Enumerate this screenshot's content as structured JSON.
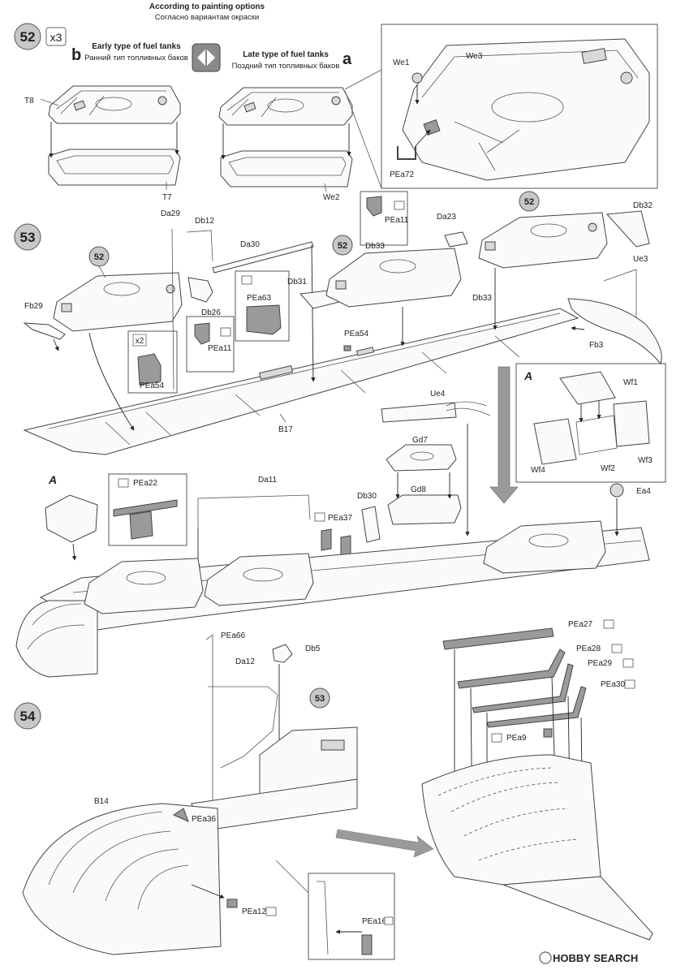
{
  "header": {
    "title_en": "According to painting options",
    "title_ru": "Согласно вариантам окраски"
  },
  "step52": {
    "number": "52",
    "multiplier": "x3",
    "option_b": {
      "letter": "b",
      "title_en": "Early type of fuel tanks",
      "title_ru": "Ранний тип топливных баков"
    },
    "option_a": {
      "letter": "a",
      "title_en": "Late type of fuel tanks",
      "title_ru": "Поздний тип топливных баков"
    },
    "labels": {
      "t8": "T8",
      "t7": "T7",
      "we2": "We2",
      "we1": "We1",
      "we3": "We3",
      "pea72": "PEa72"
    }
  },
  "step53": {
    "number": "53",
    "ref_52": "52",
    "detail_letter": "A",
    "x2": "x2",
    "labels": {
      "da29": "Da29",
      "db12": "Db12",
      "da30": "Da30",
      "pea11": "PEa11",
      "db33": "Db33",
      "da23": "Da23",
      "db32": "Db32",
      "ue3": "Ue3",
      "fb29": "Fb29",
      "db26": "Db26",
      "pea63": "PEa63",
      "db31": "Db31",
      "pea54": "PEa54",
      "fb3": "Fb3",
      "b17": "B17",
      "ue4": "Ue4",
      "wf1": "Wf1",
      "wf4": "Wf4",
      "wf2": "Wf2",
      "wf3": "Wf3",
      "gd7": "Gd7",
      "gd8": "Gd8",
      "pea22": "PEa22",
      "da11": "Da11",
      "db30": "Db30",
      "pea37": "PEa37",
      "ea4": "Ea4"
    }
  },
  "step54": {
    "number": "54",
    "ref_53": "53",
    "labels": {
      "pea66": "PEa66",
      "db5": "Db5",
      "da12": "Da12",
      "b14": "B14",
      "pea36": "PEa36",
      "pea12": "PEa12",
      "pea16": "PEa16",
      "pea27": "PEa27",
      "pea28": "PEa28",
      "pea29": "PEa29",
      "pea30": "PEa30",
      "pea9": "PEa9"
    }
  },
  "watermark": "HOBBY SEARCH"
}
